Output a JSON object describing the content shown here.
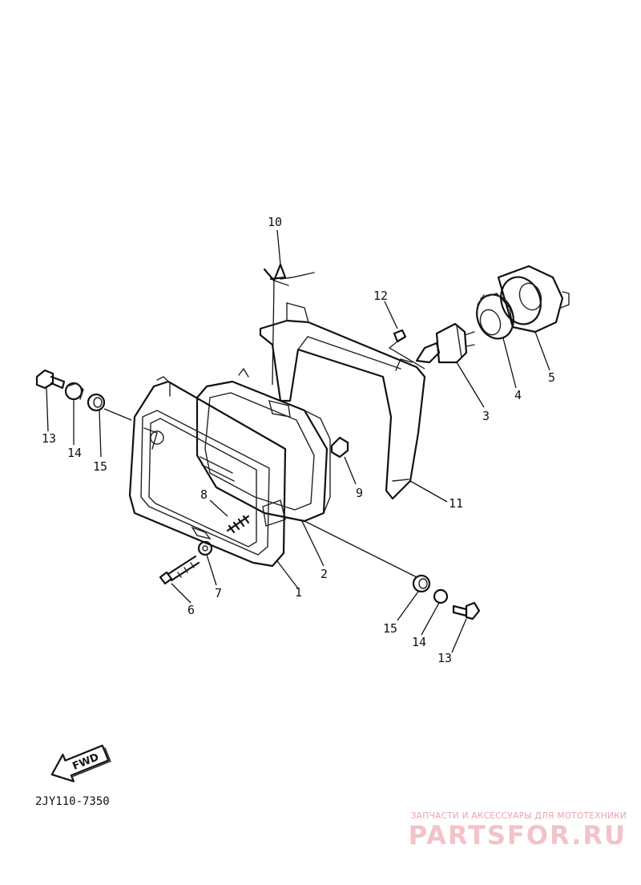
{
  "callouts": [
    {
      "id": "label-10",
      "text": "10"
    },
    {
      "id": "label-12",
      "text": "12"
    },
    {
      "id": "label-13-left",
      "text": "13"
    },
    {
      "id": "label-14-left",
      "text": "14"
    },
    {
      "id": "label-15-left",
      "text": "15"
    },
    {
      "id": "label-8",
      "text": "8"
    },
    {
      "id": "label-9",
      "text": "9"
    },
    {
      "id": "label-3",
      "text": "3"
    },
    {
      "id": "label-4",
      "text": "4"
    },
    {
      "id": "label-5",
      "text": "5"
    },
    {
      "id": "label-11",
      "text": "11"
    },
    {
      "id": "label-2",
      "text": "2"
    },
    {
      "id": "label-1",
      "text": "1"
    },
    {
      "id": "label-7",
      "text": "7"
    },
    {
      "id": "label-6",
      "text": "6"
    },
    {
      "id": "label-15-right",
      "text": "15"
    },
    {
      "id": "label-14-right",
      "text": "14"
    },
    {
      "id": "label-13-right",
      "text": "13"
    }
  ],
  "fwd_arrow": {
    "label": "FWD",
    "icon": "fwd-arrow-icon"
  },
  "diagram_code": "2JY110-7350",
  "watermark": {
    "tagline": "ЗАПЧАСТИ И АКСЕССУАРЫ ДЛЯ МОТОТЕХНИКИ",
    "logo": "PARTSFOR.RU",
    "color": "#f2c3c7"
  }
}
